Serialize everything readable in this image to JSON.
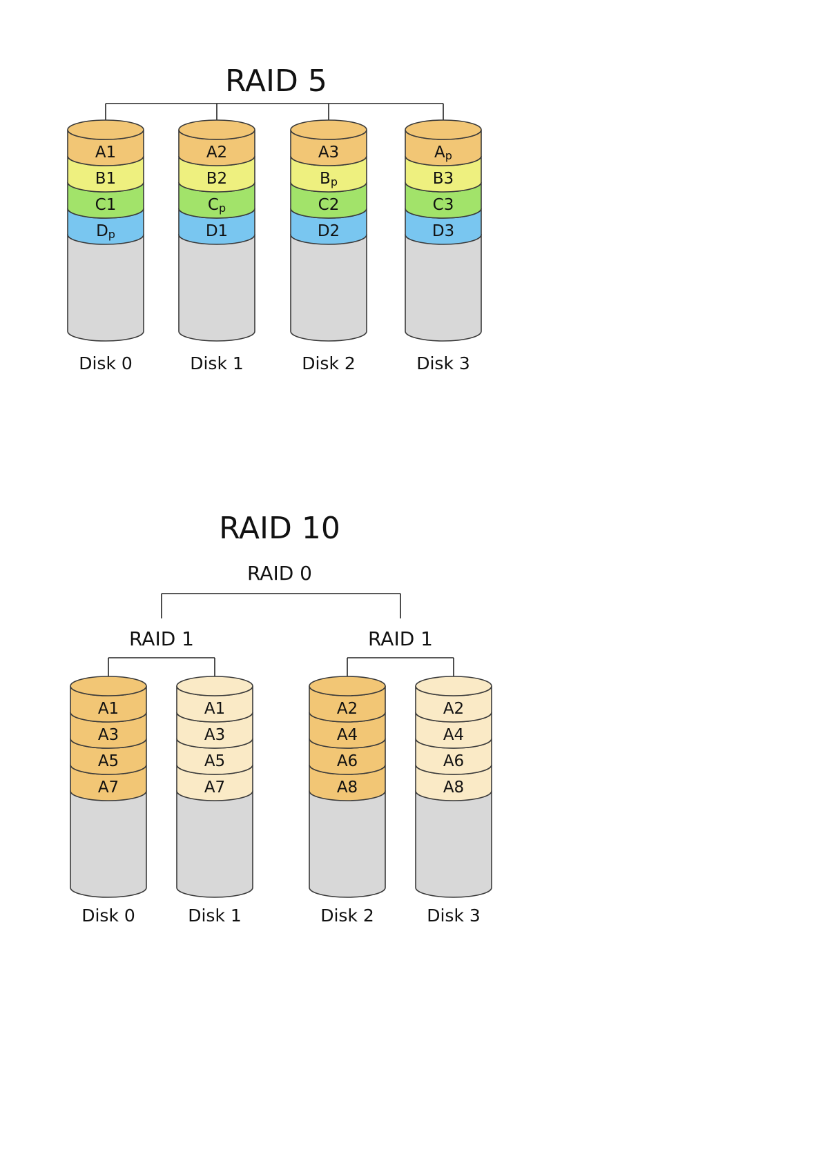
{
  "colors": {
    "A": "#f2c675",
    "B": "#eef07f",
    "C": "#a2e36a",
    "D": "#79c6f0",
    "mirror": "#faeac6",
    "empty": "#d8d8d8"
  },
  "raid5": {
    "title": "RAID 5",
    "disks": [
      {
        "label": "Disk 0",
        "segments": [
          {
            "main": "A1",
            "sub": "",
            "color": "A"
          },
          {
            "main": "B1",
            "sub": "",
            "color": "B"
          },
          {
            "main": "C1",
            "sub": "",
            "color": "C"
          },
          {
            "main": "D",
            "sub": "p",
            "color": "D"
          }
        ]
      },
      {
        "label": "Disk 1",
        "segments": [
          {
            "main": "A2",
            "sub": "",
            "color": "A"
          },
          {
            "main": "B2",
            "sub": "",
            "color": "B"
          },
          {
            "main": "C",
            "sub": "p",
            "color": "C"
          },
          {
            "main": "D1",
            "sub": "",
            "color": "D"
          }
        ]
      },
      {
        "label": "Disk 2",
        "segments": [
          {
            "main": "A3",
            "sub": "",
            "color": "A"
          },
          {
            "main": "B",
            "sub": "p",
            "color": "B"
          },
          {
            "main": "C2",
            "sub": "",
            "color": "C"
          },
          {
            "main": "D2",
            "sub": "",
            "color": "D"
          }
        ]
      },
      {
        "label": "Disk 3",
        "segments": [
          {
            "main": "A",
            "sub": "p",
            "color": "A"
          },
          {
            "main": "B3",
            "sub": "",
            "color": "B"
          },
          {
            "main": "C3",
            "sub": "",
            "color": "C"
          },
          {
            "main": "D3",
            "sub": "",
            "color": "D"
          }
        ]
      }
    ]
  },
  "raid10": {
    "title": "RAID 10",
    "top_label": "RAID 0",
    "groups": [
      {
        "label": "RAID 1",
        "disks": [
          {
            "label": "Disk 0",
            "fill": "A",
            "segments": [
              "A1",
              "A3",
              "A5",
              "A7"
            ]
          },
          {
            "label": "Disk 1",
            "fill": "mirror",
            "segments": [
              "A1",
              "A3",
              "A5",
              "A7"
            ]
          }
        ]
      },
      {
        "label": "RAID 1",
        "disks": [
          {
            "label": "Disk 2",
            "fill": "A",
            "segments": [
              "A2",
              "A4",
              "A6",
              "A8"
            ]
          },
          {
            "label": "Disk 3",
            "fill": "mirror",
            "segments": [
              "A2",
              "A4",
              "A6",
              "A8"
            ]
          }
        ]
      }
    ]
  }
}
